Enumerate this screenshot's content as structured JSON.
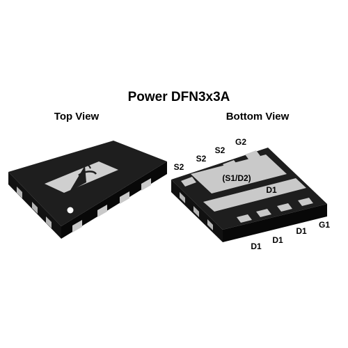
{
  "title": "Power DFN3x3A",
  "views": {
    "top": "Top View",
    "bottom": "Bottom View"
  },
  "pins": {
    "top_row": [
      "S2",
      "S2",
      "S2",
      "G2"
    ],
    "bottom_row": [
      "D1",
      "D1",
      "D1",
      "G1"
    ]
  },
  "pads": {
    "upper": "(S1/D2)",
    "lower": "D1"
  },
  "colors": {
    "body": "#1e1e1e",
    "body_side": "#0f0f0f",
    "pad": "#c9c9c9",
    "logo_panel": "#cfcfcf",
    "text": "#000000"
  },
  "logo": "company-logo-icon"
}
